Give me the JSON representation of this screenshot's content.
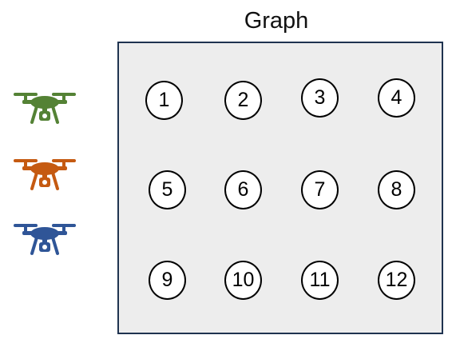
{
  "graph": {
    "title": "Graph",
    "nodes": [
      "1",
      "2",
      "3",
      "4",
      "5",
      "6",
      "7",
      "8",
      "9",
      "10",
      "11",
      "12"
    ]
  },
  "drones": [
    {
      "name": "drone-green",
      "color": "#548235"
    },
    {
      "name": "drone-orange",
      "color": "#c55a11"
    },
    {
      "name": "drone-blue",
      "color": "#2f5597"
    }
  ],
  "colors": {
    "box_fill": "#ededed",
    "box_border": "#1f3350"
  }
}
